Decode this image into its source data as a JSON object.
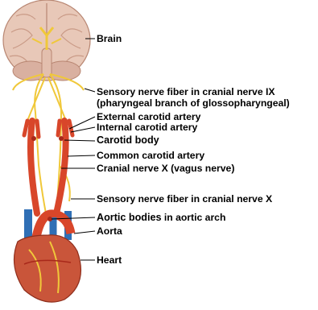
{
  "labels": {
    "brain": "Brain",
    "sensory_ix_line1": "Sensory nerve fiber in cranial nerve IX",
    "sensory_ix_line2": "(pharyngeal branch of glossopharyngeal)",
    "external_carotid": "External carotid artery",
    "internal_carotid": "Internal carotid artery",
    "carotid_body": "Carotid body",
    "common_carotid": "Common carotid artery",
    "vagus": "Cranial nerve X (vagus nerve)",
    "sensory_x": "Sensory nerve fiber in cranial nerve X",
    "aortic_bodies": "Aortic bodies",
    "aortic_bodies_suffix": " in aortic arch",
    "aorta": "Aorta",
    "heart": "Heart"
  },
  "colors": {
    "brain": "#e8c8b8",
    "brain_shadow": "#c99a86",
    "nerve": "#f0c83a",
    "artery": "#d8462a",
    "artery_dark": "#a8281a",
    "vein": "#2f6fb5",
    "heart": "#c9553a",
    "leader": "#000000"
  }
}
